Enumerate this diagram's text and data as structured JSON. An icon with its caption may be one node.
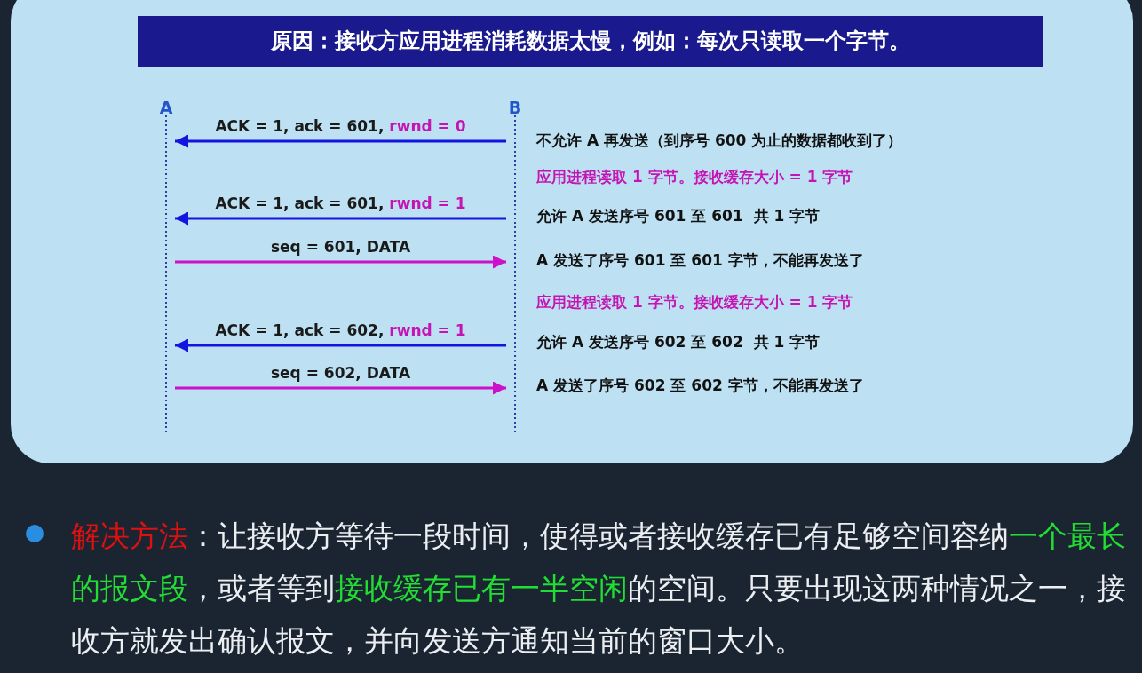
{
  "diagram": {
    "title": "原因：接收方应用进程消耗数据太慢，例如：每次只读取一个字节。",
    "nodes": [
      {
        "text": [
          "A"
        ]
      },
      {
        "text": [
          "B"
        ]
      }
    ],
    "edges": [
      {
        "from": 1,
        "to": 0,
        "arrow": "to",
        "label": "ACK = 1, ack = 601, **rwnd = 0**"
      },
      {
        "from": 1,
        "to": 0,
        "arrow": "to",
        "label": "ACK = 1, ack = 601, **rwnd = 1**"
      },
      {
        "from": 0,
        "to": 1,
        "arrow": "to",
        "label": "seq = 601, DATA",
        "color": "#cc11c8"
      },
      {
        "from": 1,
        "to": 0,
        "arrow": "to",
        "label": "ACK = 1, ack = 602, **rwnd = 1**"
      },
      {
        "from": 0,
        "to": 1,
        "arrow": "to",
        "label": "seq = 602, DATA",
        "color": "#cc11c8"
      }
    ],
    "labels": [
      "不允许 A 再发送（到序号 600 为止的数据都收到了）",
      "应用进程读取 1 字节。接收缓存大小 = 1 字节",
      "允许 A 发送序号 601 至 601  共 1 字节",
      "A 发送了序号 601 至 601 字节，不能再发送了",
      "应用进程读取 1 字节。接收缓存大小 = 1 字节",
      "允许 A 发送序号 602 至 602  共 1 字节",
      "A 发送了序号 602 至 602 字节，不能再发送了",
      "解决方法",
      "：让接收方等待一段时间，使得或者接收缓存已有足够空间容纳**一个最长的报文段**，或者等到**接收缓存已有一半空闲**的空间。只要出现这两种情况之一，接收方就发出确认报文，并向发送方通知当前的窗口大小。"
    ]
  }
}
